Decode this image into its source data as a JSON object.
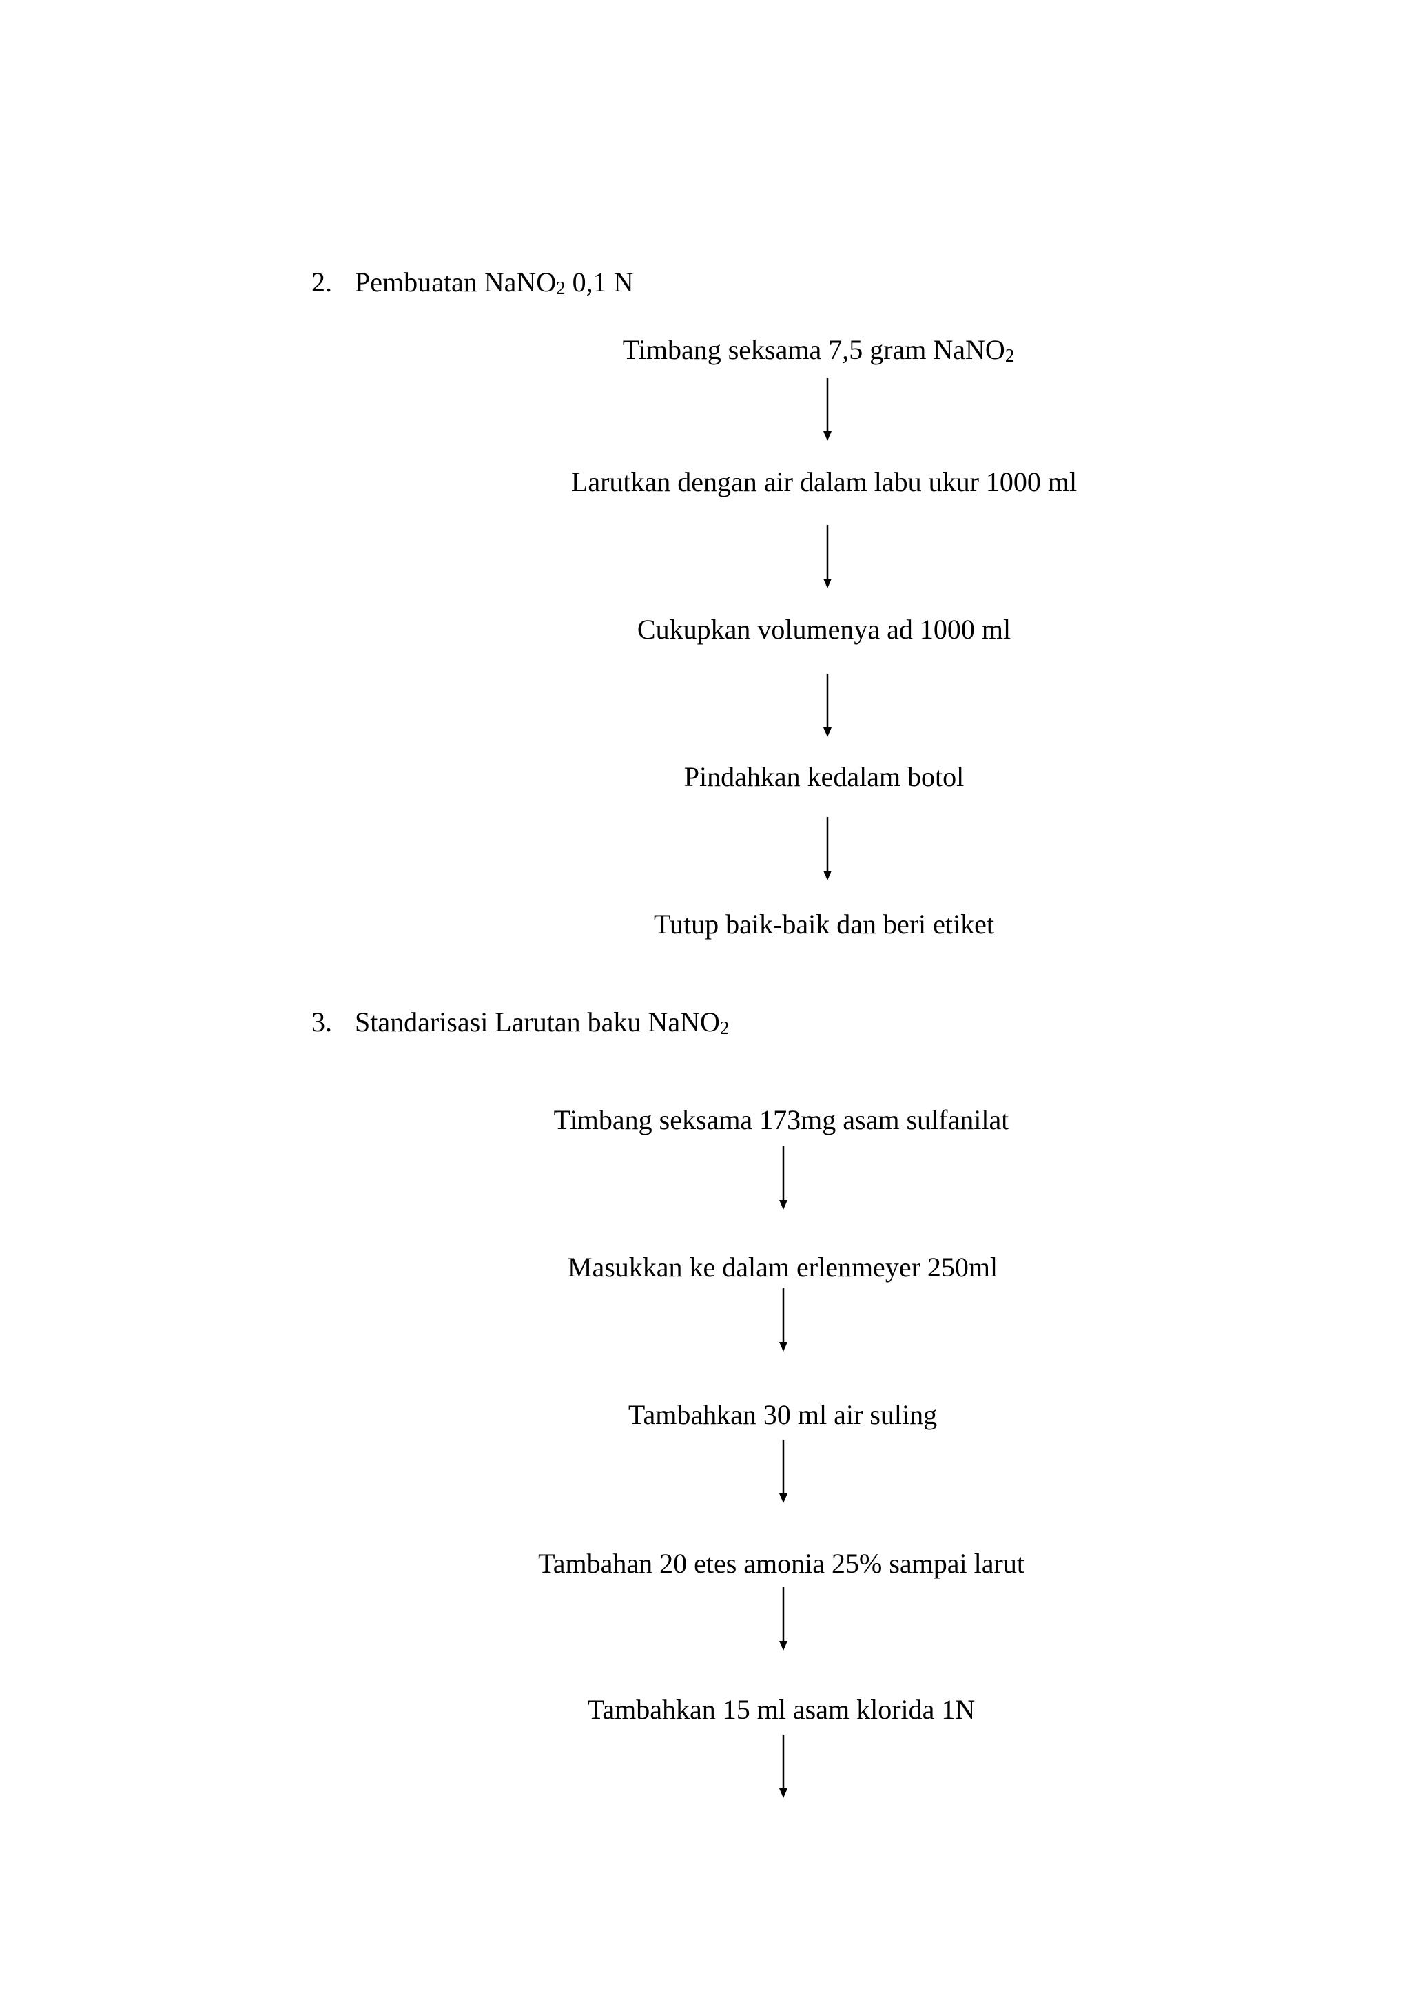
{
  "section2": {
    "number": "2.",
    "title_pre": "Pembuatan  NaNO",
    "title_sub": "2",
    "title_post": " 0,1 N",
    "steps": [
      {
        "pre": "Timbang  seksama 7,5 gram NaNO",
        "sub": "2"
      },
      {
        "pre": "Larutkan  dengan air dalam labu ukur 1000 ml"
      },
      {
        "pre": "Cukupkan volumenya  ad 1000 ml"
      },
      {
        "pre": "Pindahkan  kedalam botol"
      },
      {
        "pre": "Tutup  baik-baik  dan beri etiket"
      }
    ]
  },
  "section3": {
    "number": "3.",
    "title_pre": "Standarisasi  Larutan  baku NaNO",
    "title_sub": "2",
    "steps": [
      {
        "pre": "Timbang  seksama  173mg asam sulfanilat"
      },
      {
        "pre": "Masukkan ke dalam erlenmeyer  250ml"
      },
      {
        "pre": "Tambahkan  30 ml air suling"
      },
      {
        "pre": "Tambahan  20 etes amonia  25% sampai larut"
      },
      {
        "pre": "Tambahkan  15 ml asam klorida  1N"
      }
    ]
  }
}
